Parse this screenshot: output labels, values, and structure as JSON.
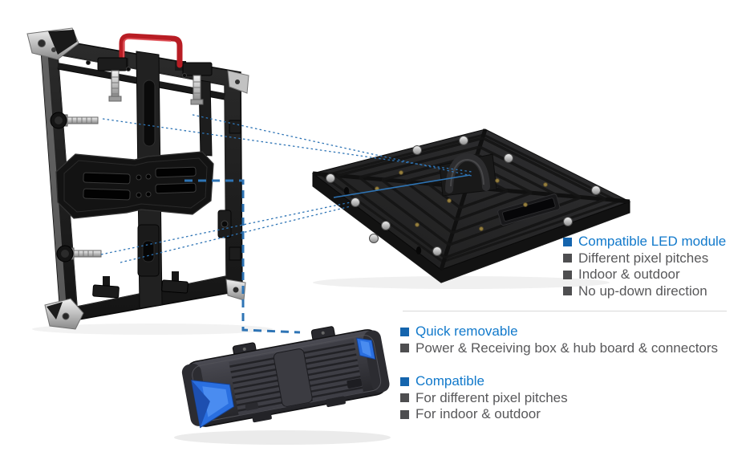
{
  "palette": {
    "background": "#ffffff",
    "heading_blue": "#1179cb",
    "bullet_blue": "#1464ad",
    "bullet_gray": "#4e4e50",
    "body_text": "#58585a",
    "leader_line_blue": "#2e74b5",
    "divider_gray": "#d9d9d9",
    "frame_handle_red": "#c02128",
    "power_box_accent_blue": "#2a6fe0"
  },
  "callouts": [
    {
      "heading": "Compatible LED module",
      "items": [
        "Different pixel pitches",
        "Indoor & outdoor",
        "No up-down direction"
      ]
    },
    {
      "heading": "Quick removable",
      "items": [
        "Power & Receiving box & hub board & connectors"
      ]
    },
    {
      "heading": "Compatible",
      "items": [
        "For different pixel pitches",
        "For indoor & outdoor"
      ]
    }
  ]
}
